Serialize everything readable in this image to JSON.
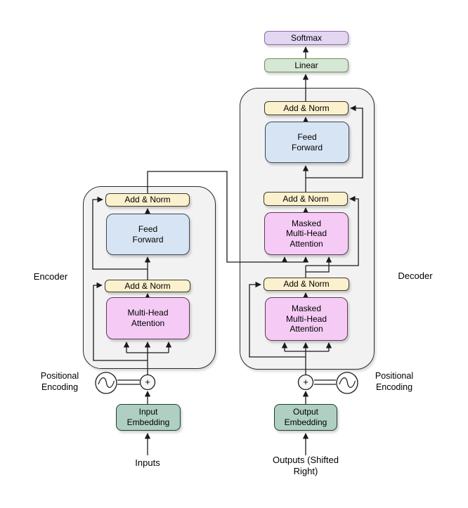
{
  "head": {
    "softmax": "Softmax",
    "linear": "Linear"
  },
  "encoder": {
    "label": "Encoder",
    "add_norm_top": "Add & Norm",
    "feed_forward": "Feed Forward",
    "add_norm_bottom": "Add & Norm",
    "attention": "Multi-Head Attention"
  },
  "decoder": {
    "label": "Decoder",
    "add_norm_top": "Add & Norm",
    "feed_forward": "Feed Forward",
    "add_norm_mid": "Add & Norm",
    "cross_attention": "Masked Multi-Head Attention",
    "add_norm_bottom": "Add & Norm",
    "self_attention": "Masked Multi-Head Attention"
  },
  "io": {
    "input_embedding": "Input Embedding",
    "output_embedding": "Output Embedding",
    "inputs_label": "Inputs",
    "outputs_label": "Outputs (Shifted Right)",
    "positional_encoding_left": "Positional Encoding",
    "positional_encoding_right": "Positional Encoding",
    "plus_left": "+",
    "plus_right": "+"
  },
  "colors": {
    "softmax_fill": "#E3D6F2",
    "linear_fill": "#D6E7D5",
    "add_norm_fill": "#FBF1CF",
    "feed_forward_fill": "#D7E4F3",
    "attention_fill": "#F5CBF5",
    "embedding_fill": "#AECFC2",
    "container_fill": "#F2F2F2",
    "line_color": "#1A1A1A"
  }
}
